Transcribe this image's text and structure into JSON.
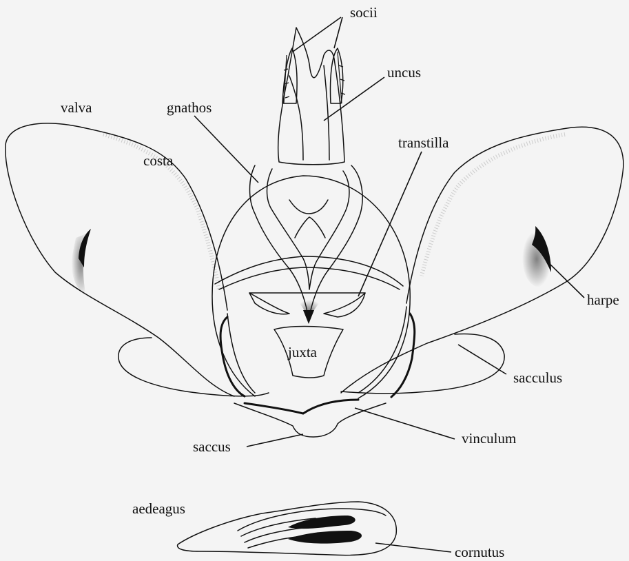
{
  "labels": {
    "socii": "socii",
    "uncus": "uncus",
    "valva": "valva",
    "gnathos": "gnathos",
    "transtilla": "transtilla",
    "costa": "costa",
    "harpe": "harpe",
    "juxta": "juxta",
    "sacculus": "sacculus",
    "saccus": "saccus",
    "vinculum": "vinculum",
    "aedeagus": "aedeagus",
    "cornutus": "cornutus"
  },
  "colors": {
    "ink": "#111111",
    "background": "#f4f4f4"
  }
}
